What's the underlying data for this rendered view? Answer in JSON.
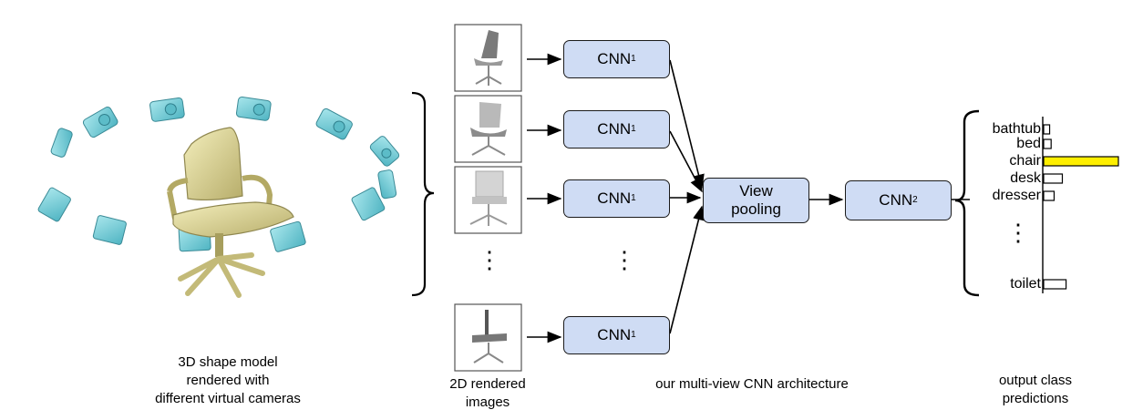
{
  "left_caption": [
    "3D shape model",
    "rendered with",
    "different virtual cameras"
  ],
  "views_caption": [
    "2D rendered",
    "images"
  ],
  "arch_caption": "our multi-view CNN architecture",
  "output_caption": [
    "output class",
    "predictions"
  ],
  "cnn1": {
    "name": "CNN",
    "sub": "1"
  },
  "cnn2": {
    "name": "CNN",
    "sub": "2"
  },
  "view_pooling": [
    "View",
    "pooling"
  ],
  "ellipsis": "⋮",
  "classes": [
    {
      "label": "bathtub",
      "score": 0.08
    },
    {
      "label": "bed",
      "score": 0.1
    },
    {
      "label": "chair",
      "score": 1.0
    },
    {
      "label": "desk",
      "score": 0.25
    },
    {
      "label": "dresser",
      "score": 0.14
    },
    {
      "label": "toilet",
      "score": 0.3
    }
  ],
  "colors": {
    "box_fill": "#cfdcf4",
    "camera": "#7fd3dc",
    "chair": "#e8e2a6",
    "highlight": "#ffef00"
  }
}
